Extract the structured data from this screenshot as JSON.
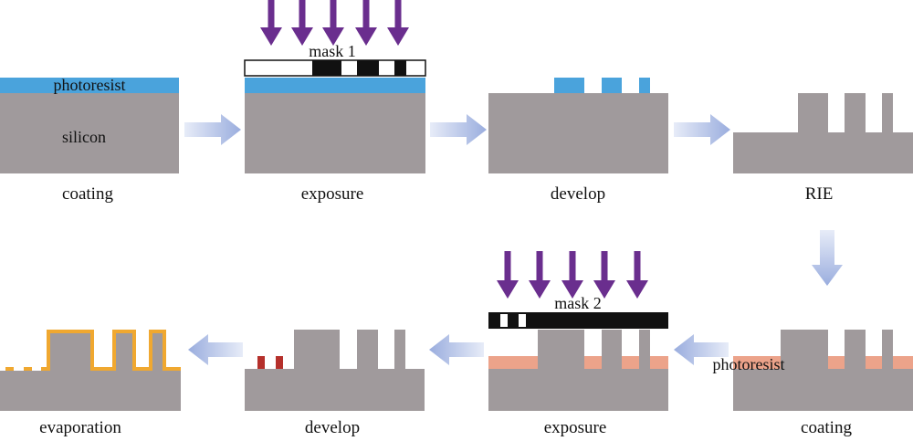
{
  "colors": {
    "silicon": "#a09a9c",
    "photoresist_blue": "#4aa3dc",
    "photoresist_orange": "#eca38a",
    "metal_gold": "#f0a830",
    "red_resist": "#b5302b",
    "arrow_purple": "#6a2e8e",
    "mask_black": "#111111",
    "flow_arrow": "#b3c2e6"
  },
  "labels": {
    "row1": [
      "coating",
      "exposure",
      "develop",
      "RIE"
    ],
    "row2": [
      "evaporation",
      "develop",
      "exposure",
      "coating"
    ]
  },
  "annotations": {
    "photoresist": "photoresist",
    "silicon": "silicon",
    "mask1": "mask 1",
    "mask2": "mask 2",
    "photoresist2": "photoresist"
  },
  "icons": {
    "exposure_arrow": "down-arrow-icon",
    "flow_arrow": "right-arrow-icon"
  }
}
